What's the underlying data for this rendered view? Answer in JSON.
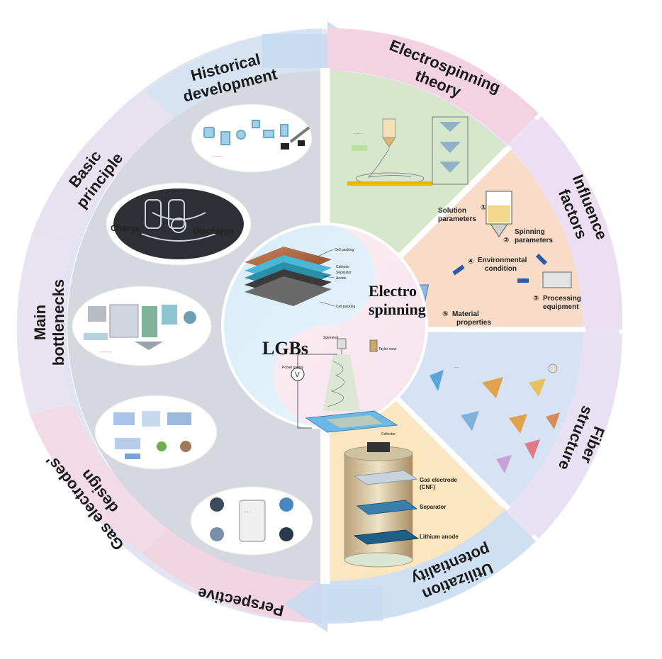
{
  "segments": {
    "historical_development": [
      "Historical",
      "development"
    ],
    "basic_principle": [
      "Basic",
      "principle"
    ],
    "main_bottlenecks": [
      "Main",
      "bottlenecks"
    ],
    "gas_electrodes_design": [
      "Gas electrodes'",
      "design"
    ],
    "perspective": "Perspective",
    "electrospinning_theory": [
      "Electrospinning",
      "theory"
    ],
    "influence_factors": [
      "Influence",
      "factors"
    ],
    "fiber_structure": [
      "Fiber",
      "structure"
    ],
    "utilization_potentiality": [
      "Utilization",
      "potentiality"
    ]
  },
  "center": {
    "left_title": "LGBs",
    "right_title": [
      "Electro",
      "spinning"
    ]
  },
  "battery_layers": {
    "top": "Cell packing",
    "cathode": "Cathode",
    "separator": "Separator",
    "anode": "Anode",
    "bottom": "Cell packing"
  },
  "spinning_setup": {
    "spinneret": "Spinneret",
    "taylor_cone": "Taylor cone",
    "power_supply": "Power supply",
    "collector": "Collector",
    "voltage": "V"
  },
  "basic_principle_panel": {
    "charge": "Charge",
    "discharge": "Discharge",
    "charge_color": "#e02020",
    "discharge_color": "#2a56c6"
  },
  "influence_factors_panel": {
    "solution_num": "①",
    "solution": [
      "Solution",
      "parameters"
    ],
    "spinning_num": "②",
    "spinning": [
      "Spinning",
      "parameters"
    ],
    "processing_num": "③",
    "processing": [
      "Processing",
      "equipment"
    ],
    "environment_num": "④",
    "environment": [
      "Environmental",
      "condition"
    ],
    "material_num": "⑤",
    "material": [
      "Material",
      "properties"
    ]
  },
  "utilization_panel": {
    "gas_electrode": [
      "Gas electrode",
      "(CNF)"
    ],
    "separator": "Separator",
    "lithium_anode": "Lithium anode"
  },
  "colors": {
    "left_ring": "#dfe3ee",
    "left_inner": "#d3d7de",
    "right_top_ring": "#f4d6e3",
    "right_side_ring": "#e9e2f3",
    "theory_panel": "#d9e8cf",
    "influence_panel": "#f7dcc8",
    "fiber_panel": "#d8e4f5",
    "utilization_panel": "#fbe8c2",
    "arrow_blue": "#c9dcf1",
    "arrow_pink": "#f1cfdc"
  }
}
